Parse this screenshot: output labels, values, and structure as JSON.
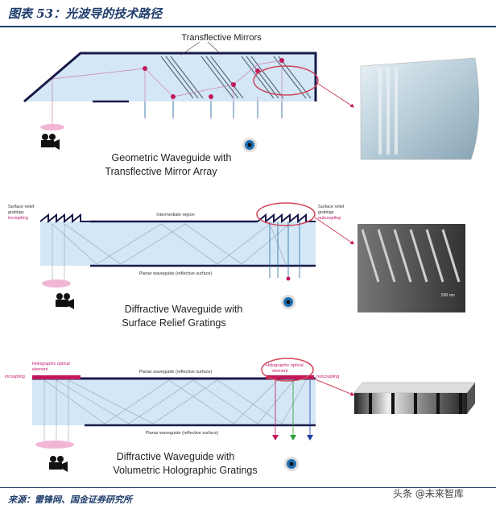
{
  "header": {
    "title": "图表 53：光波导的技术路径"
  },
  "footer": {
    "source": "来源：雷锋网、国金证券研究所",
    "watermark": "头条 @未来智库"
  },
  "panel1": {
    "top_label": "Transflective Mirrors",
    "caption_line1": "Geometric Waveguide with",
    "caption_line2": "Transflective Mirror Array"
  },
  "panel2": {
    "left_label_1": "Surface relief",
    "left_label_2": "gratings",
    "left_label_3": "incoupling",
    "right_label_1": "Surface relief",
    "right_label_2": "gratings",
    "right_label_3": "outcoupling",
    "middle_label": "Intermediate region",
    "bottom_label": "Planar waveguide (reflective surface)",
    "caption_line1": "Diffractive Waveguide with",
    "caption_line2": "Surface Relief Gratings",
    "sem_scale": "500 nm"
  },
  "panel3": {
    "left_label_1": "Holographic optical",
    "left_label_2": "element",
    "left_label_3": "incoupling",
    "right_label_1": "Holographic optical",
    "right_label_2": "element",
    "right_label_3": "outcoupling",
    "top_label": "Planar waveguide (reflective surface)",
    "bottom_label": "Planar waveguide (reflective surface)",
    "caption_line1": "Diffractive Waveguide with",
    "caption_line2": "Volumetric Holographic Gratings"
  },
  "colors": {
    "waveguide_fill": "#d3e7f6",
    "dark_line": "#1a1a4a",
    "highlight": "#c2185b",
    "title": "#1f3d6b"
  }
}
